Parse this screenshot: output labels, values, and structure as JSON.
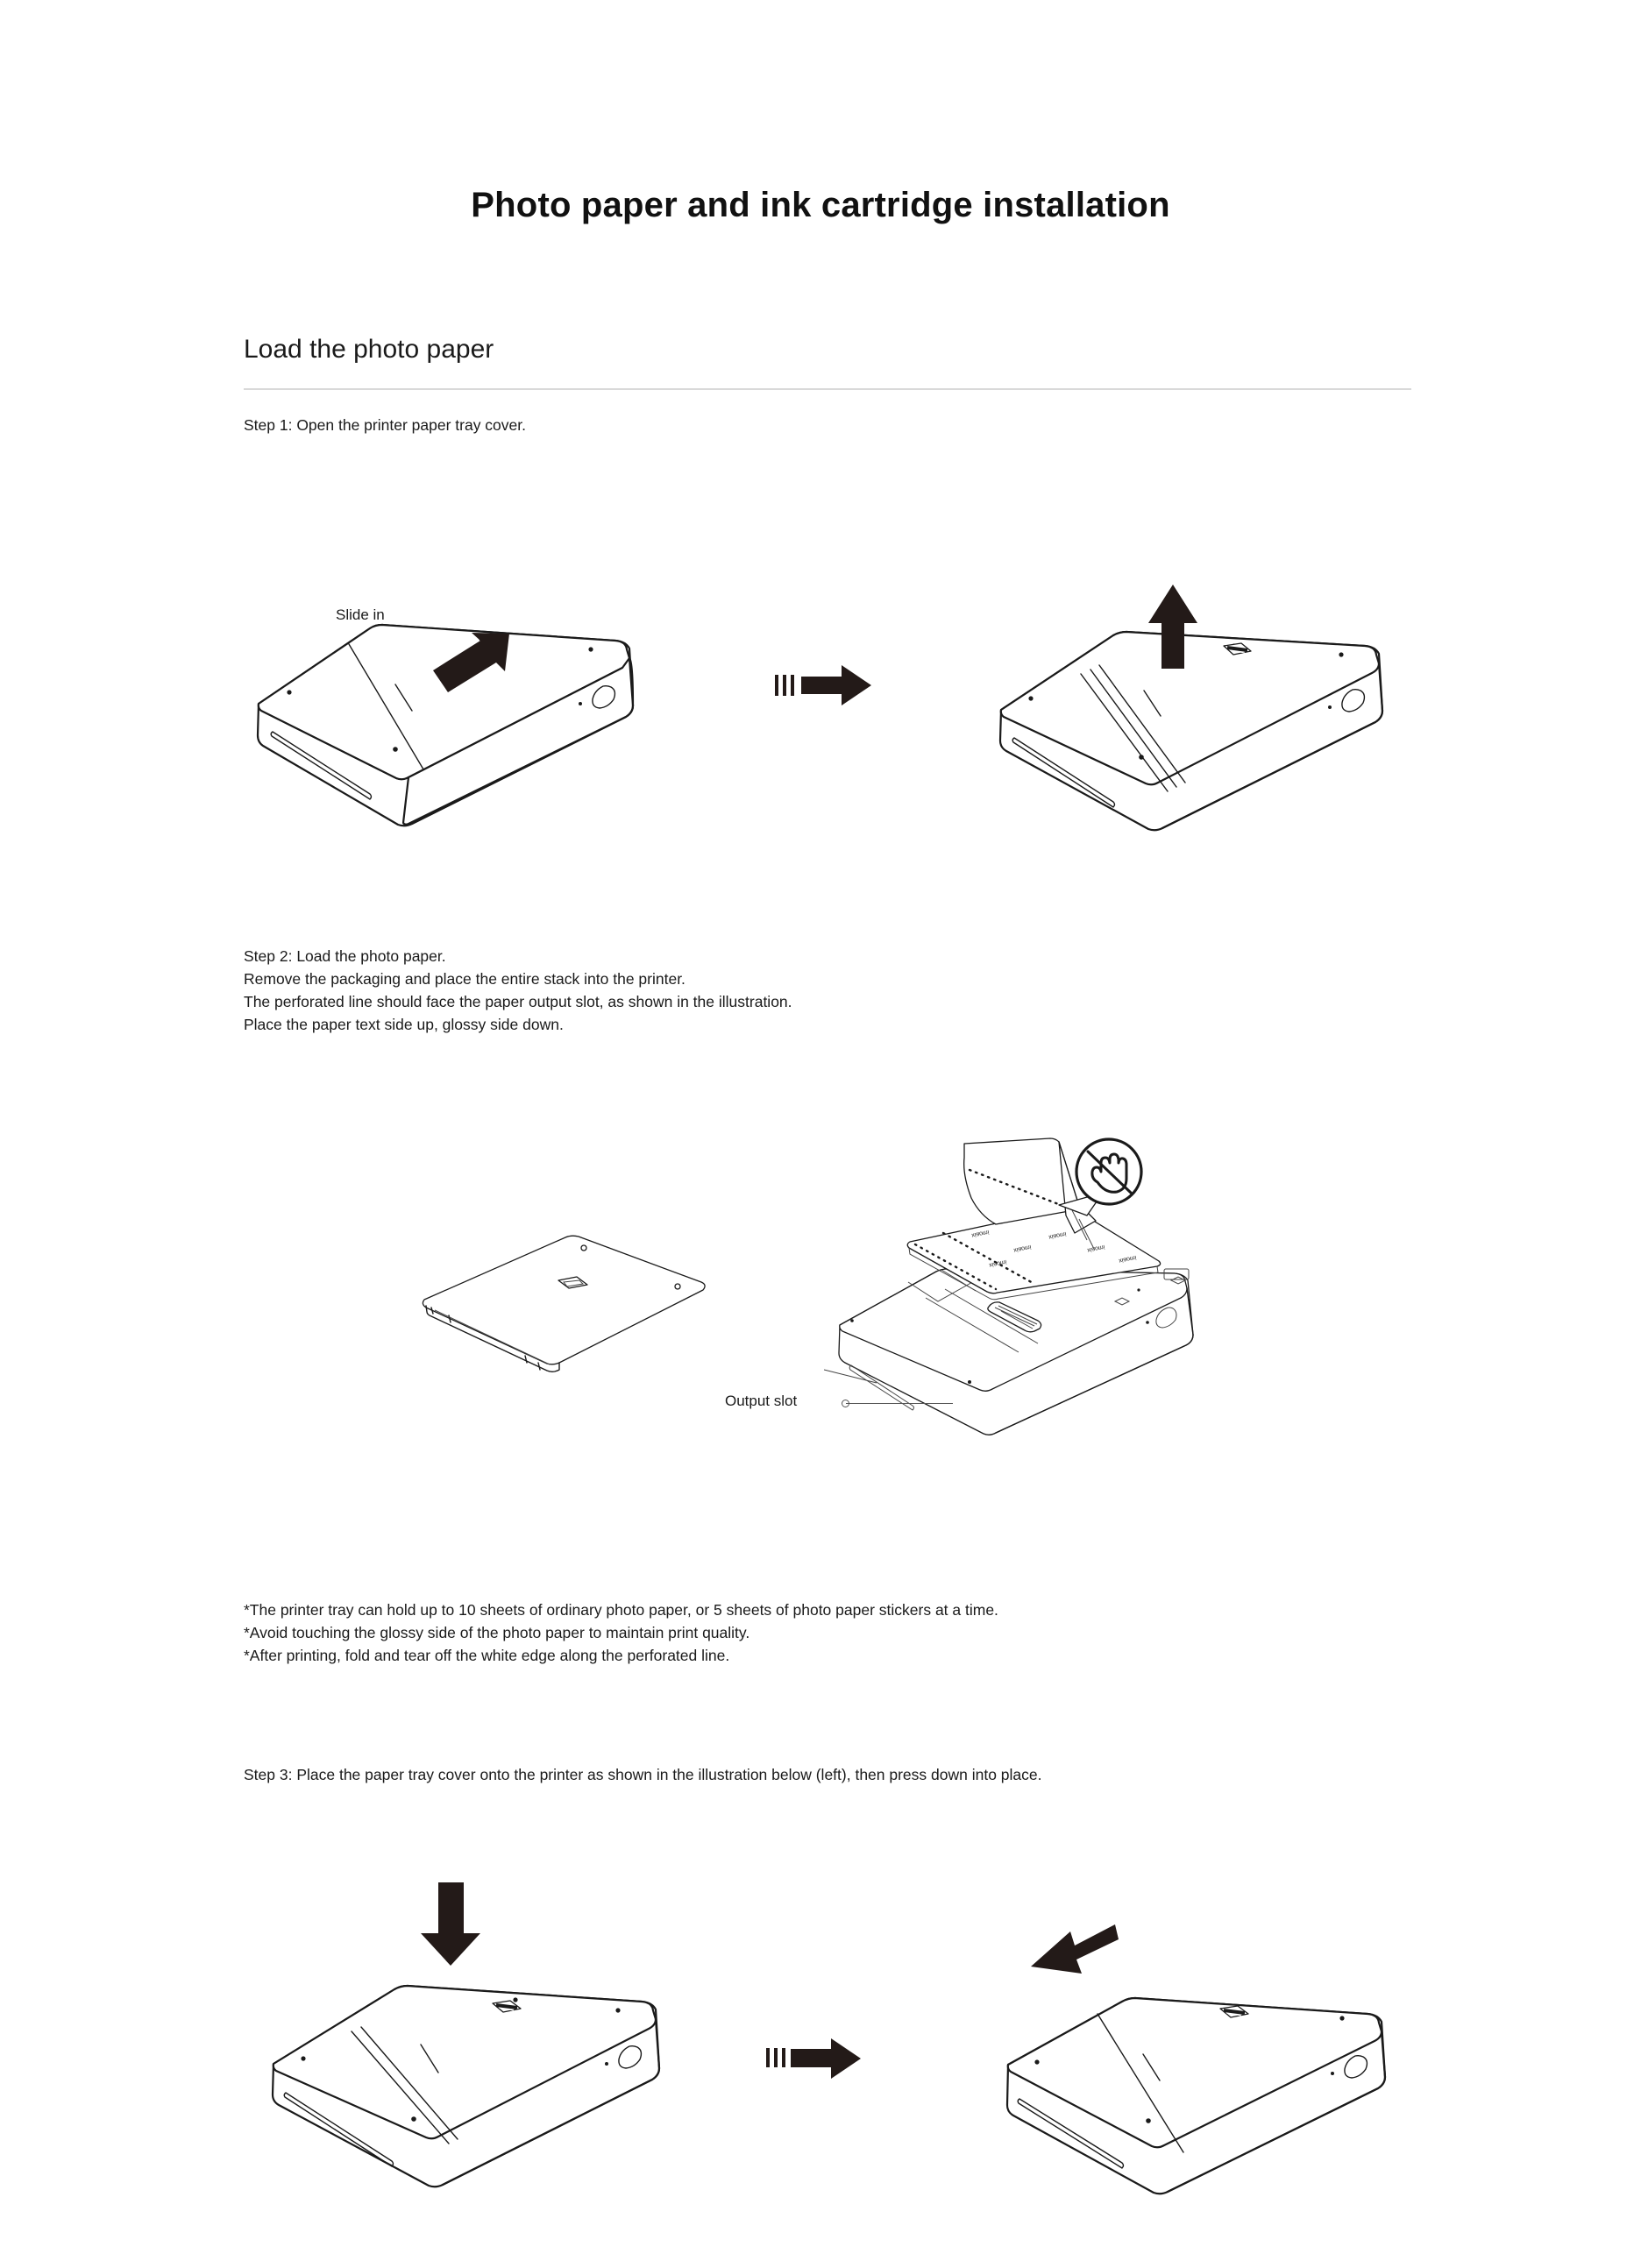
{
  "document": {
    "title": "Photo paper and ink cartridge installation",
    "section_heading": "Load the photo paper"
  },
  "steps": {
    "step1": {
      "text": "Step 1: Open the printer paper tray cover.",
      "caption_slide_in": "Slide in",
      "transition_arrow": "right-arrow-icon"
    },
    "step2": {
      "text": "Step 2: Load the photo paper.\nRemove the packaging and place the entire stack into the printer.\nThe perforated line should face the paper output slot, as shown in the illustration.\nPlace the paper text side up, glossy side down.",
      "caption_output_slot": "Output slot",
      "paper_brand_text": "xiaomi",
      "warning_icon": "no-touch-hand-icon"
    },
    "notes": {
      "text": "*The printer tray can hold up to 10 sheets of ordinary photo paper, or 5 sheets of photo paper stickers at a time.\n*Avoid touching the glossy side of the photo paper to maintain print quality.\n*After printing, fold and tear off the white edge along the perforated line."
    },
    "step3": {
      "text": "Step 3: Place the paper tray cover onto the printer as shown in the illustration below (left), then press down into place.",
      "transition_arrow": "right-arrow-icon"
    }
  },
  "colors": {
    "ink": "#1a1a1a",
    "arrow_fill": "#231a18",
    "divider": "#d9d9d9",
    "page_background": "#ffffff"
  }
}
